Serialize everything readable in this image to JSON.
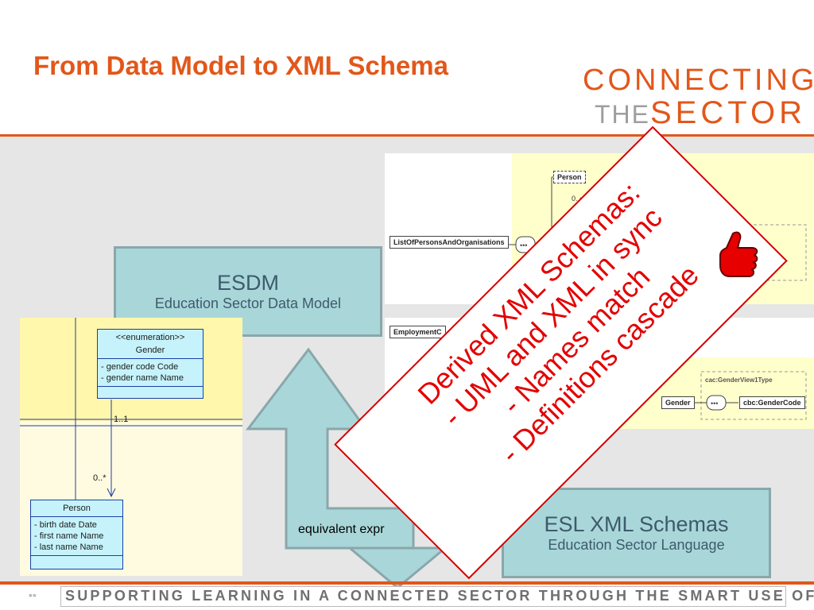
{
  "slide": {
    "title": "From Data Model to XML Schema",
    "logo": {
      "line1": "CONNECTING",
      "line2a": "THE",
      "line2b": "SECTOR"
    }
  },
  "esdm": {
    "title": "ESDM",
    "subtitle": "Education Sector Data Model"
  },
  "esl": {
    "title": "ESL XML Schemas",
    "subtitle": "Education Sector Language"
  },
  "arrow_label": "equivalent expr",
  "uml": {
    "gender": {
      "stereotype": "<<enumeration>>",
      "name": "Gender",
      "attrs": [
        "-   gender code    Code",
        "-   gender name   Name"
      ]
    },
    "person": {
      "name": "Person",
      "attrs": [
        "-   birth date    Date",
        "-   first name    Name",
        "-   last name     Name"
      ]
    },
    "multiplicity_top": "1..1",
    "multiplicity_bottom": "0..*"
  },
  "xml": {
    "list_node": "ListOfPersonsAndOrganisations",
    "person_node": "Person",
    "person_mult": "0..∞",
    "employment_node": "EmploymentC",
    "gender_type": "cac:GenderView1Type",
    "gender_node": "Gender",
    "gender_code_node": "cbc:GenderCode"
  },
  "callout": {
    "lines": [
      "Derived XML Schemas:",
      "- UML and XML in sync",
      "- Names match",
      "- Definitions cascade"
    ]
  },
  "footer": {
    "text": "SUPPORTING LEARNING IN A CONNECTED SECTOR THROUGH THE SMART USE OF ICT"
  },
  "colors": {
    "accent": "#e2571a",
    "box": "#a9d7d9",
    "callout": "#e30000"
  },
  "icons": {
    "thumb": "thumbs-up-icon"
  }
}
